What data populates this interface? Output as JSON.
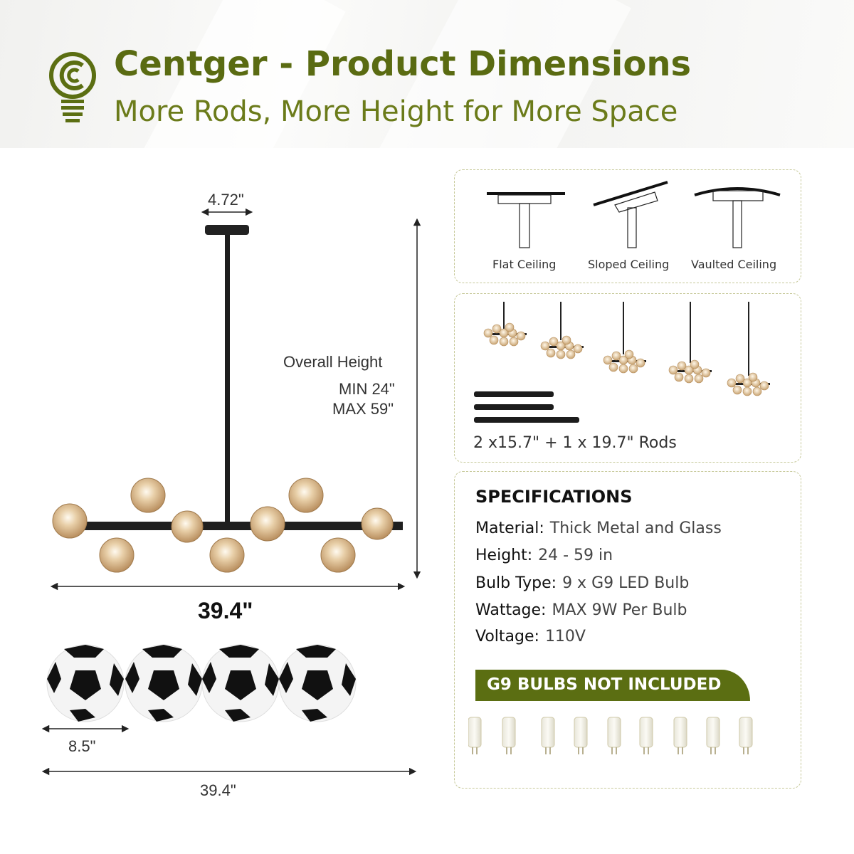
{
  "header": {
    "title": "Centger - Product Dimensions",
    "subtitle": "More Rods, More Height for More Space"
  },
  "dimensions": {
    "canopy_width": "4.72\"",
    "overall_height_label": "Overall Height",
    "min_height": "MIN 24\"",
    "max_height": "MAX 59\"",
    "fixture_length": "39.4\"",
    "ball_diameter": "8.5\"",
    "total_length": "39.4\""
  },
  "ceilings": {
    "items": [
      {
        "label": "Flat Ceiling"
      },
      {
        "label": "Sloped Ceiling"
      },
      {
        "label": "Vaulted Ceiling"
      }
    ]
  },
  "rods": {
    "label": "2 x15.7\" + 1 x 19.7\" Rods"
  },
  "specs": {
    "title": "SPECIFICATIONS",
    "rows": [
      {
        "key": "Material:",
        "value": "Thick Metal and Glass"
      },
      {
        "key": "Height:",
        "value": "24 - 59 in"
      },
      {
        "key": "Bulb Type:",
        "value": "9 x G9 LED Bulb"
      },
      {
        "key": "Wattage:",
        "value": "MAX 9W Per Bulb"
      },
      {
        "key": "Voltage:",
        "value": "110V"
      }
    ],
    "bulb_notice": "G9 BULBS NOT INCLUDED"
  },
  "colors": {
    "brand_green": "#5b6e12",
    "panel_border": "#c7c99a",
    "amber_glass": "#d8b78a"
  }
}
